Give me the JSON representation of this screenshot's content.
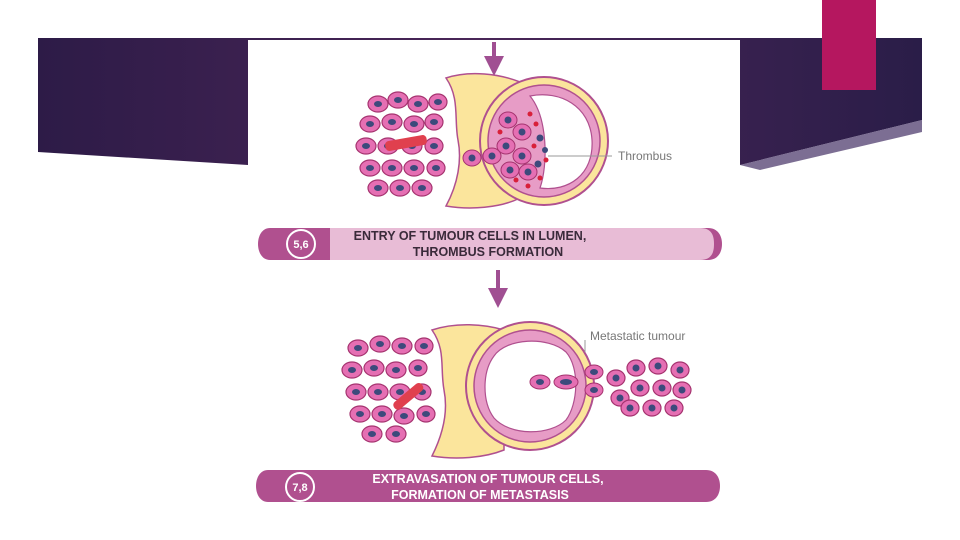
{
  "colors": {
    "banner_dark": "#2b1a45",
    "banner_mid": "#4a2b5c",
    "accent_magenta": "#b5175f",
    "band_purple": "#b0508f",
    "vessel_pink": "#e79cc6",
    "stroma_yellow": "#fbe59c",
    "cell_pink": "#e56fb3",
    "nucleus_blue": "#3d4a7c",
    "platelet_red": "#d8203a",
    "arrow_purple": "#a04f92"
  },
  "diagram": {
    "stage_upper": {
      "number": "5,6",
      "caption_line1": "ENTRY OF TUMOUR CELLS IN LUMEN,",
      "caption_line2": "THROMBUS FORMATION",
      "annotation": "Thrombus"
    },
    "stage_lower": {
      "number": "7,8",
      "caption_line1": "EXTRAVASATION OF TUMOUR CELLS,",
      "caption_line2": "FORMATION OF METASTASIS",
      "annotation": "Metastatic tumour"
    }
  }
}
